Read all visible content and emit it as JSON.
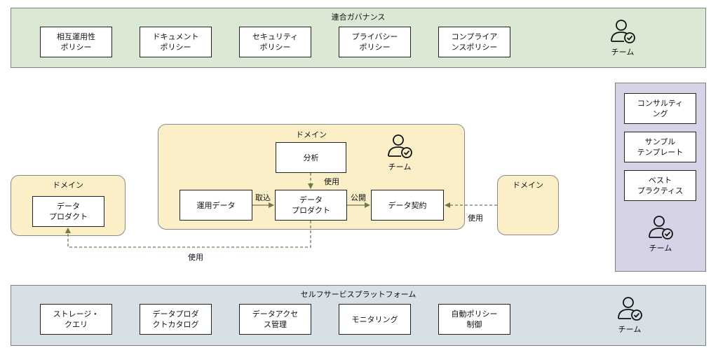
{
  "governance": {
    "title": "連合ガバナンス",
    "policies": [
      "相互運用性\nポリシー",
      "ドキュメント\nポリシー",
      "セキュリティ\nポリシー",
      "プライバシー\nポリシー",
      "コンプライア\nンスポリシー"
    ],
    "team": "チーム"
  },
  "center_domain": {
    "title": "ドメイン",
    "analysis": "分析",
    "operational_data": "運用データ",
    "data_product": "データ\nプロダクト",
    "data_contract": "データ契約",
    "team": "チーム"
  },
  "left_domain": {
    "title": "ドメイン",
    "data_product": "データ\nプロダクト"
  },
  "right_domain": {
    "title": "ドメイン"
  },
  "enablement": {
    "items": [
      "コンサルティ\nング",
      "サンプル\nテンプレート",
      "ベスト\nプラクティス"
    ],
    "team": "チーム"
  },
  "edges": {
    "use_top": "使用",
    "ingest": "取込",
    "publish": "公開",
    "use_right": "使用",
    "use_bottom": "使用"
  },
  "platform": {
    "title": "セルフサービスプラットフォーム",
    "items": [
      "ストレージ・\nクエリ",
      "データプロダ\nクトカタログ",
      "データアクセ\nス管理",
      "モニタリング",
      "自動ポリシー\n制御"
    ],
    "team": "チーム"
  },
  "colors": {
    "governance_bg": "#dbe9d4",
    "domain_bg": "#fbefc8",
    "enablement_bg": "#d7d2e6",
    "platform_bg": "#d6e0e5",
    "arrow": "#6d7a4d"
  }
}
